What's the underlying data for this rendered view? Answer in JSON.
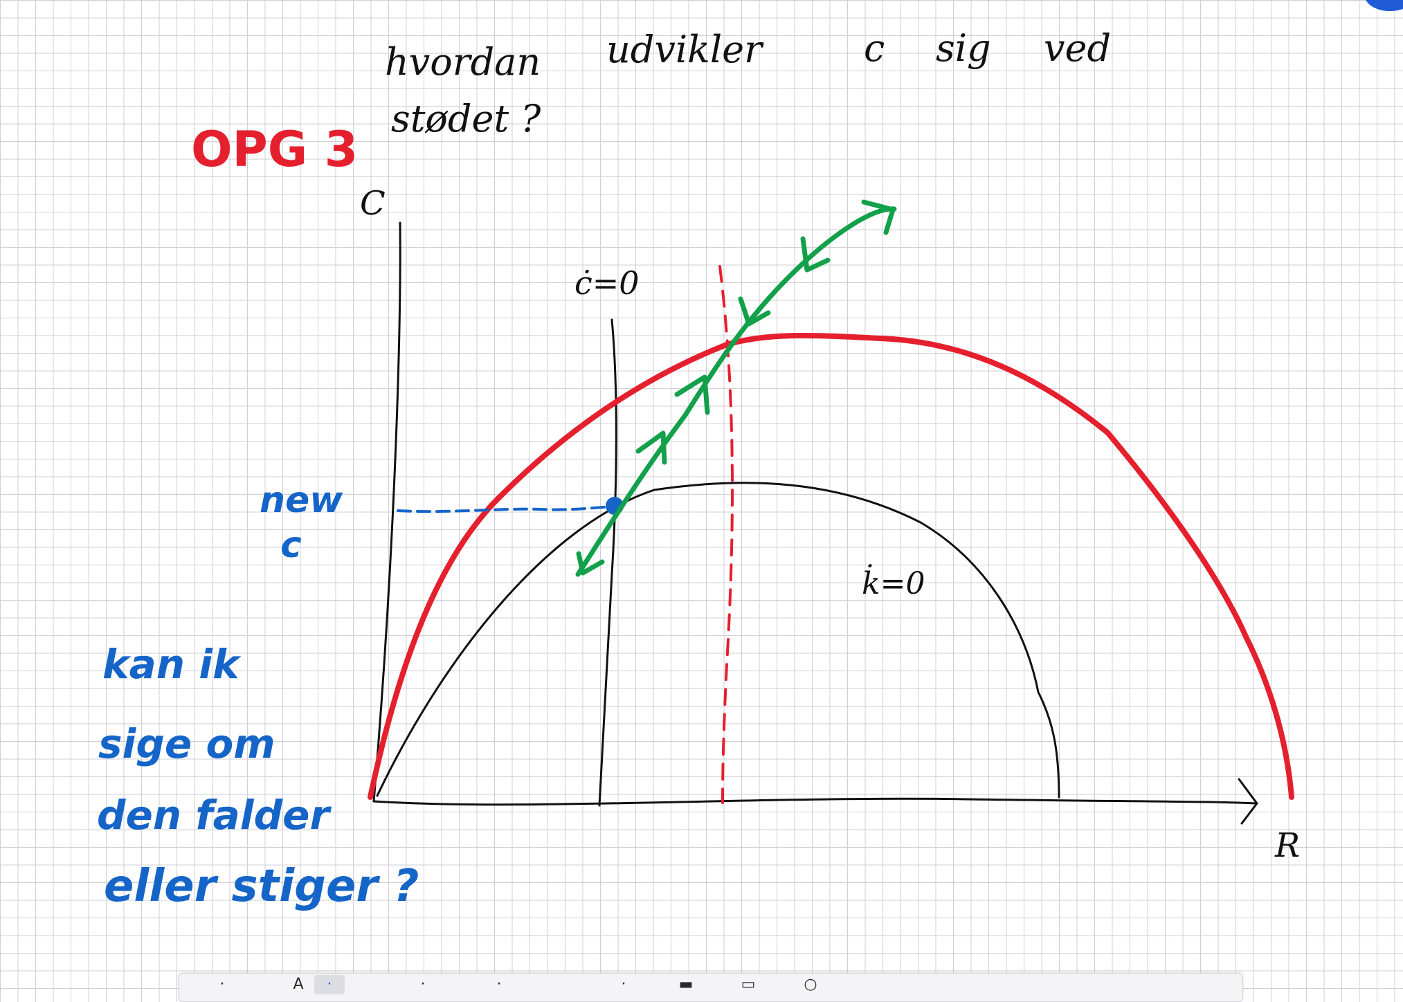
{
  "question": {
    "line1_words": [
      "hvordan",
      "udvikler",
      "c",
      "sig",
      "ved"
    ],
    "line2": "stødet ?"
  },
  "exercise_label": "OPG 3",
  "axes": {
    "y_label": "C",
    "x_label": "R"
  },
  "curve_labels": {
    "c_dot_zero": "ċ=0",
    "k_dot_zero": "k̇=0"
  },
  "new_c_label": {
    "line1": "new",
    "line2": "c"
  },
  "note": {
    "line1": "kan ik",
    "line2": "sige om",
    "line3": "den falder",
    "line4": "eller stiger ?"
  },
  "toolbar": {
    "tools": [
      "·",
      "A",
      "·",
      "·",
      "·",
      "·",
      "▬",
      "▭",
      "○"
    ]
  },
  "colors": {
    "ink_black": "#111111",
    "ink_red": "#e5202e",
    "ink_blue": "#1565c9",
    "ink_green": "#12a04b",
    "grid": "#cfcfd4"
  }
}
